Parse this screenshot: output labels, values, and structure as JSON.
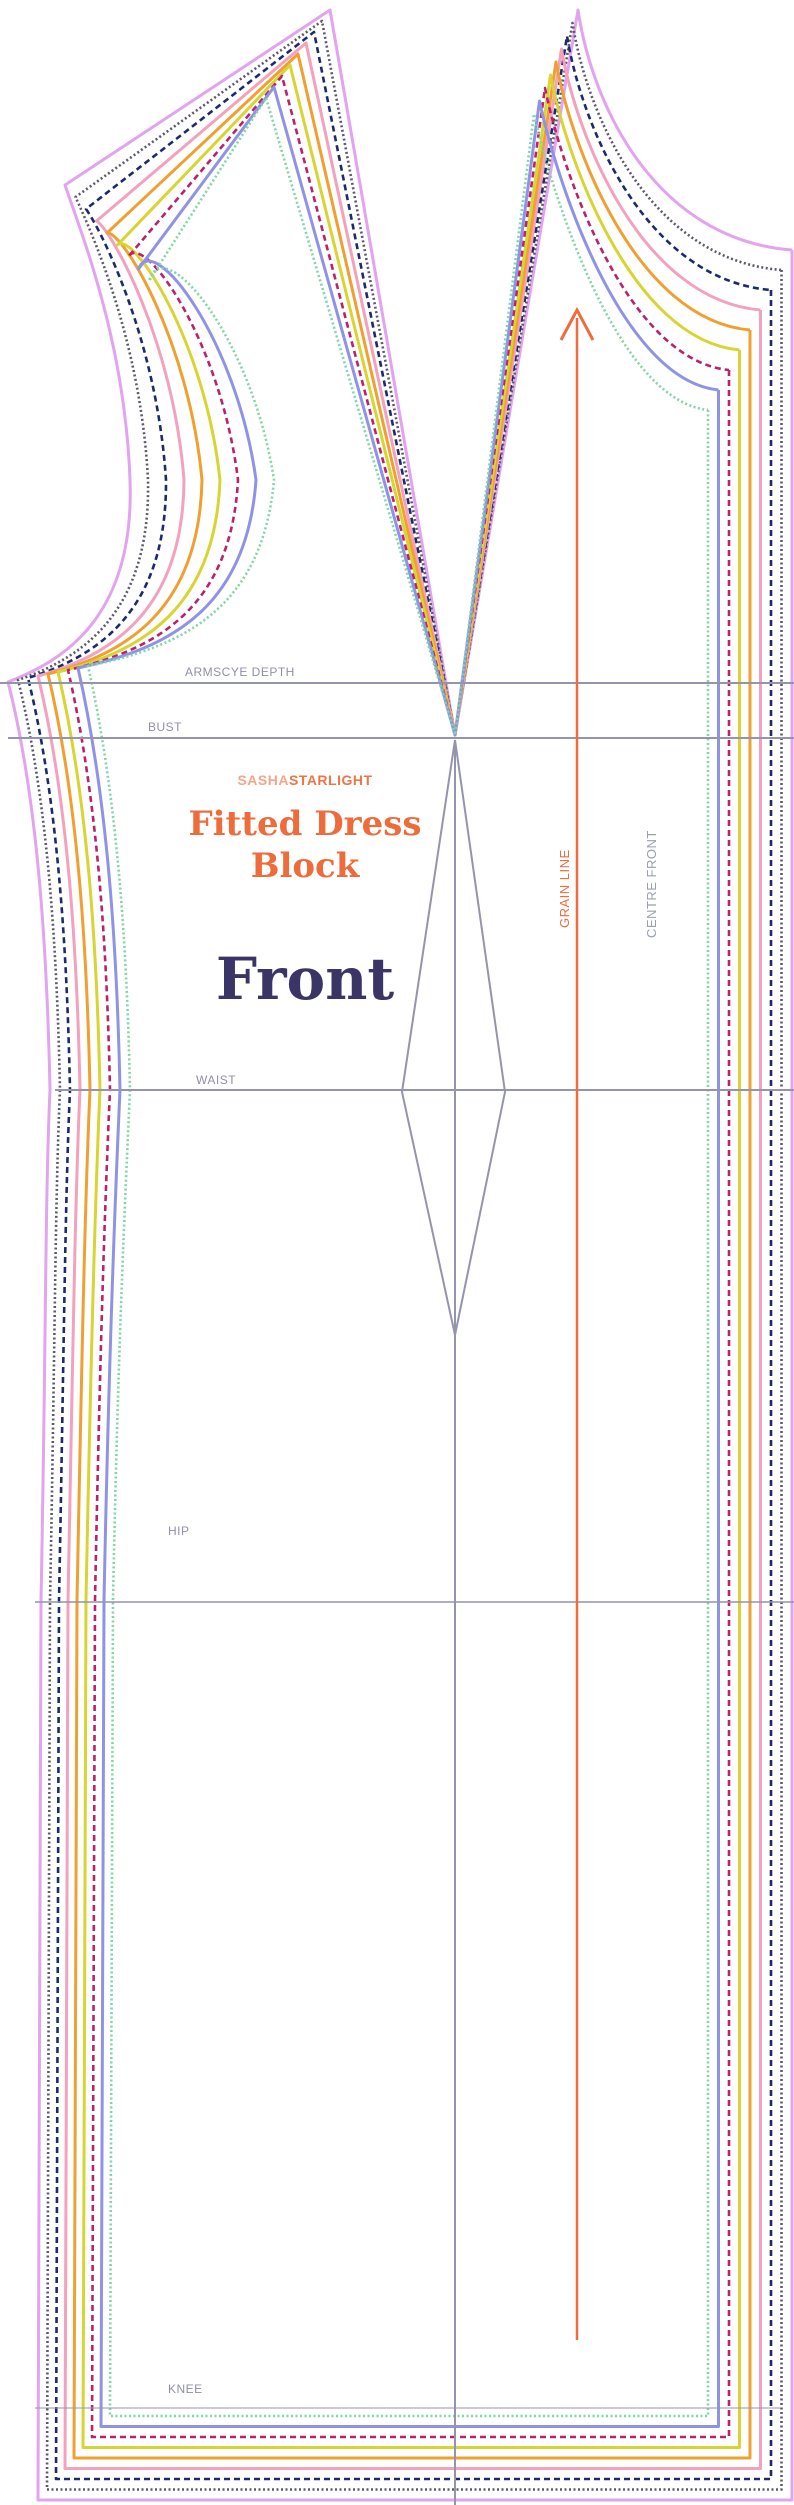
{
  "pattern": {
    "brand_part1": "SASHA",
    "brand_part2": "STARLIGHT",
    "title": "Fitted Dress Block",
    "piece": "Front",
    "labels": {
      "armscye_depth": "ARMSCYE DEPTH",
      "bust": "BUST",
      "waist": "WAIST",
      "hip": "HIP",
      "knee": "KNEE",
      "grain_line": "GRAIN LINE",
      "centre_front": "CENTRE FRONT"
    }
  },
  "size_lines": [
    {
      "color": "#e2a3ef",
      "style": "solid"
    },
    {
      "color": "#5a5a6a",
      "style": "dotted"
    },
    {
      "color": "#1c2b6e",
      "style": "dashed"
    },
    {
      "color": "#f3a1bd",
      "style": "solid"
    },
    {
      "color": "#f0a030",
      "style": "solid"
    },
    {
      "color": "#d8d432",
      "style": "solid"
    },
    {
      "color": "#b8236b",
      "style": "dashed"
    },
    {
      "color": "#8f93e6",
      "style": "solid"
    },
    {
      "color": "#7fd6a6",
      "style": "dotted"
    }
  ],
  "colors": {
    "guide": "#9494ac",
    "grain": "#ef6c3d",
    "title": "#ee6c3b",
    "front": "#3a3566"
  }
}
